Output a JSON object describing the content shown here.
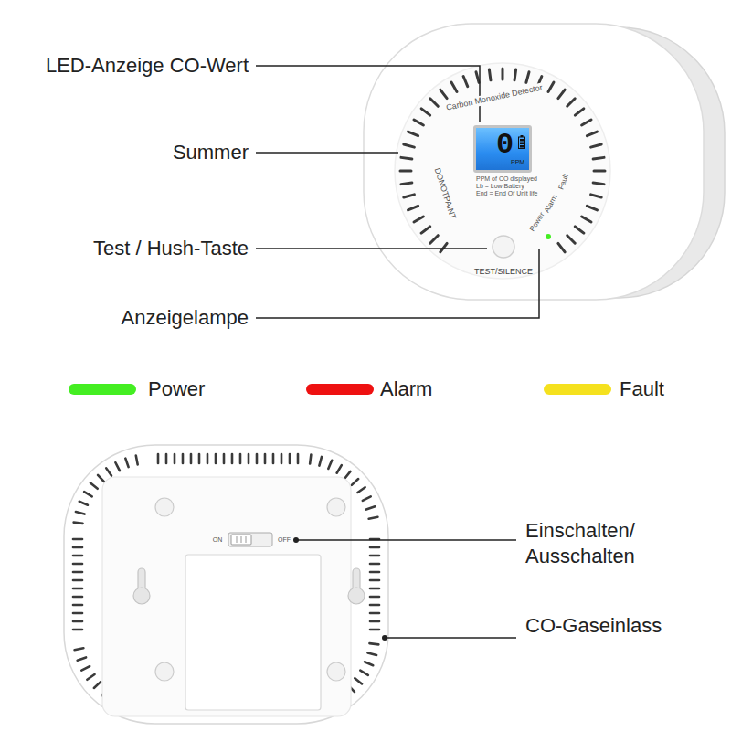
{
  "diagram": {
    "nodes": [
      {
        "text": [
          "0",
          "PPM"
        ]
      }
    ],
    "labels": [
      "LED-Anzeige CO-Wert",
      "Summer",
      "Test / Hush-Taste",
      "Anzeigelampe",
      "Carbon Monoxide Detector",
      "PPM of CO displayed",
      "Lb = Low Battery",
      "End = End Of Unit life",
      "DONOTPAINT",
      "Power",
      "Alarm",
      "Fault",
      "TEST/SILENCE",
      "ON",
      "OFF",
      "Einschalten/ Ausschalten",
      "CO-Gaseinlass"
    ],
    "legend": [
      {
        "text": "Power",
        "color": "#44ee22"
      },
      {
        "text": "Alarm",
        "color": "#ee1111"
      },
      {
        "text": "Fault",
        "color": "#f5e11e"
      }
    ]
  }
}
